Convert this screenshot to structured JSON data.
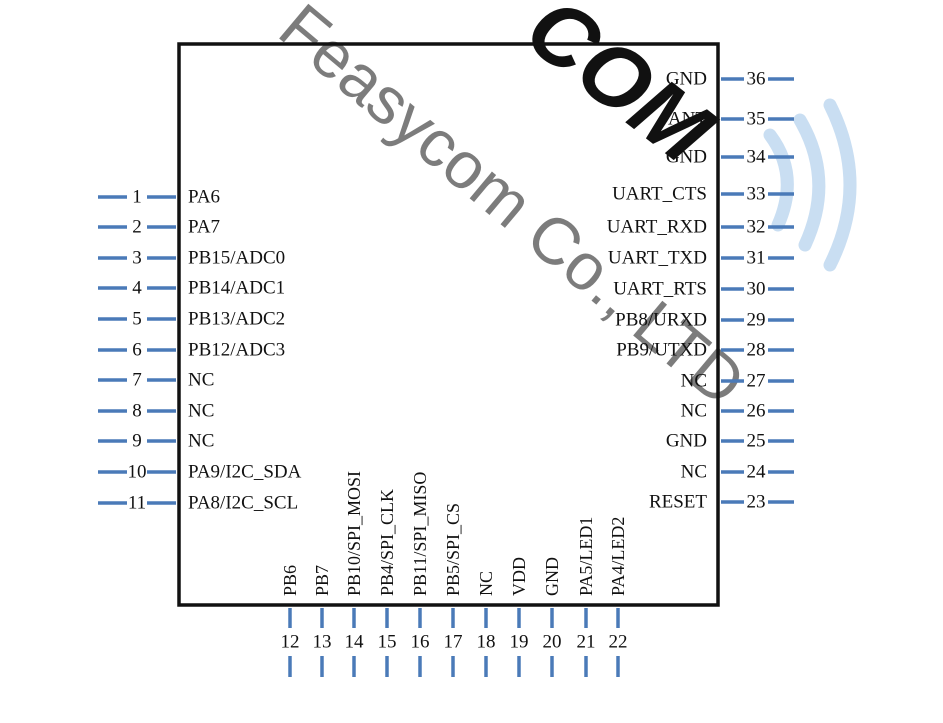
{
  "watermark": {
    "text": "Feasycom Co., LTD",
    "color": "#9a9a9a"
  },
  "logo": {
    "text": "COM",
    "color": "#c9def2"
  },
  "colors": {
    "body_outline": "#111111",
    "pin": "#4a7ab8",
    "text": "#111111"
  },
  "pins_left": [
    {
      "num": "1",
      "label": "PA6"
    },
    {
      "num": "2",
      "label": "PA7"
    },
    {
      "num": "3",
      "label": "PB15/ADC0"
    },
    {
      "num": "4",
      "label": "PB14/ADC1"
    },
    {
      "num": "5",
      "label": "PB13/ADC2"
    },
    {
      "num": "6",
      "label": "PB12/ADC3"
    },
    {
      "num": "7",
      "label": "NC"
    },
    {
      "num": "8",
      "label": "NC"
    },
    {
      "num": "9",
      "label": "NC"
    },
    {
      "num": "10",
      "label": "PA9/I2C_SDA"
    },
    {
      "num": "11",
      "label": "PA8/I2C_SCL"
    }
  ],
  "pins_bottom": [
    {
      "num": "12",
      "label": "PB6"
    },
    {
      "num": "13",
      "label": "PB7"
    },
    {
      "num": "14",
      "label": "PB10/SPI_MOSI"
    },
    {
      "num": "15",
      "label": "PB4/SPI_CLK"
    },
    {
      "num": "16",
      "label": "PB11/SPI_MISO"
    },
    {
      "num": "17",
      "label": "PB5/SPI_CS"
    },
    {
      "num": "18",
      "label": "NC"
    },
    {
      "num": "19",
      "label": "VDD"
    },
    {
      "num": "20",
      "label": "GND"
    },
    {
      "num": "21",
      "label": "PA5/LED1"
    },
    {
      "num": "22",
      "label": "PA4/LED2"
    }
  ],
  "pins_right": [
    {
      "num": "23",
      "label": "RESET"
    },
    {
      "num": "24",
      "label": "NC"
    },
    {
      "num": "25",
      "label": "GND"
    },
    {
      "num": "26",
      "label": "NC"
    },
    {
      "num": "27",
      "label": "NC"
    },
    {
      "num": "28",
      "label": "PB9/UTXD"
    },
    {
      "num": "29",
      "label": "PB8/URXD"
    },
    {
      "num": "30",
      "label": "UART_RTS"
    },
    {
      "num": "31",
      "label": "UART_TXD"
    },
    {
      "num": "32",
      "label": "UART_RXD"
    },
    {
      "num": "33",
      "label": "UART_CTS"
    },
    {
      "num": "34",
      "label": "GND"
    },
    {
      "num": "35",
      "label": "ANT"
    },
    {
      "num": "36",
      "label": "GND"
    }
  ]
}
